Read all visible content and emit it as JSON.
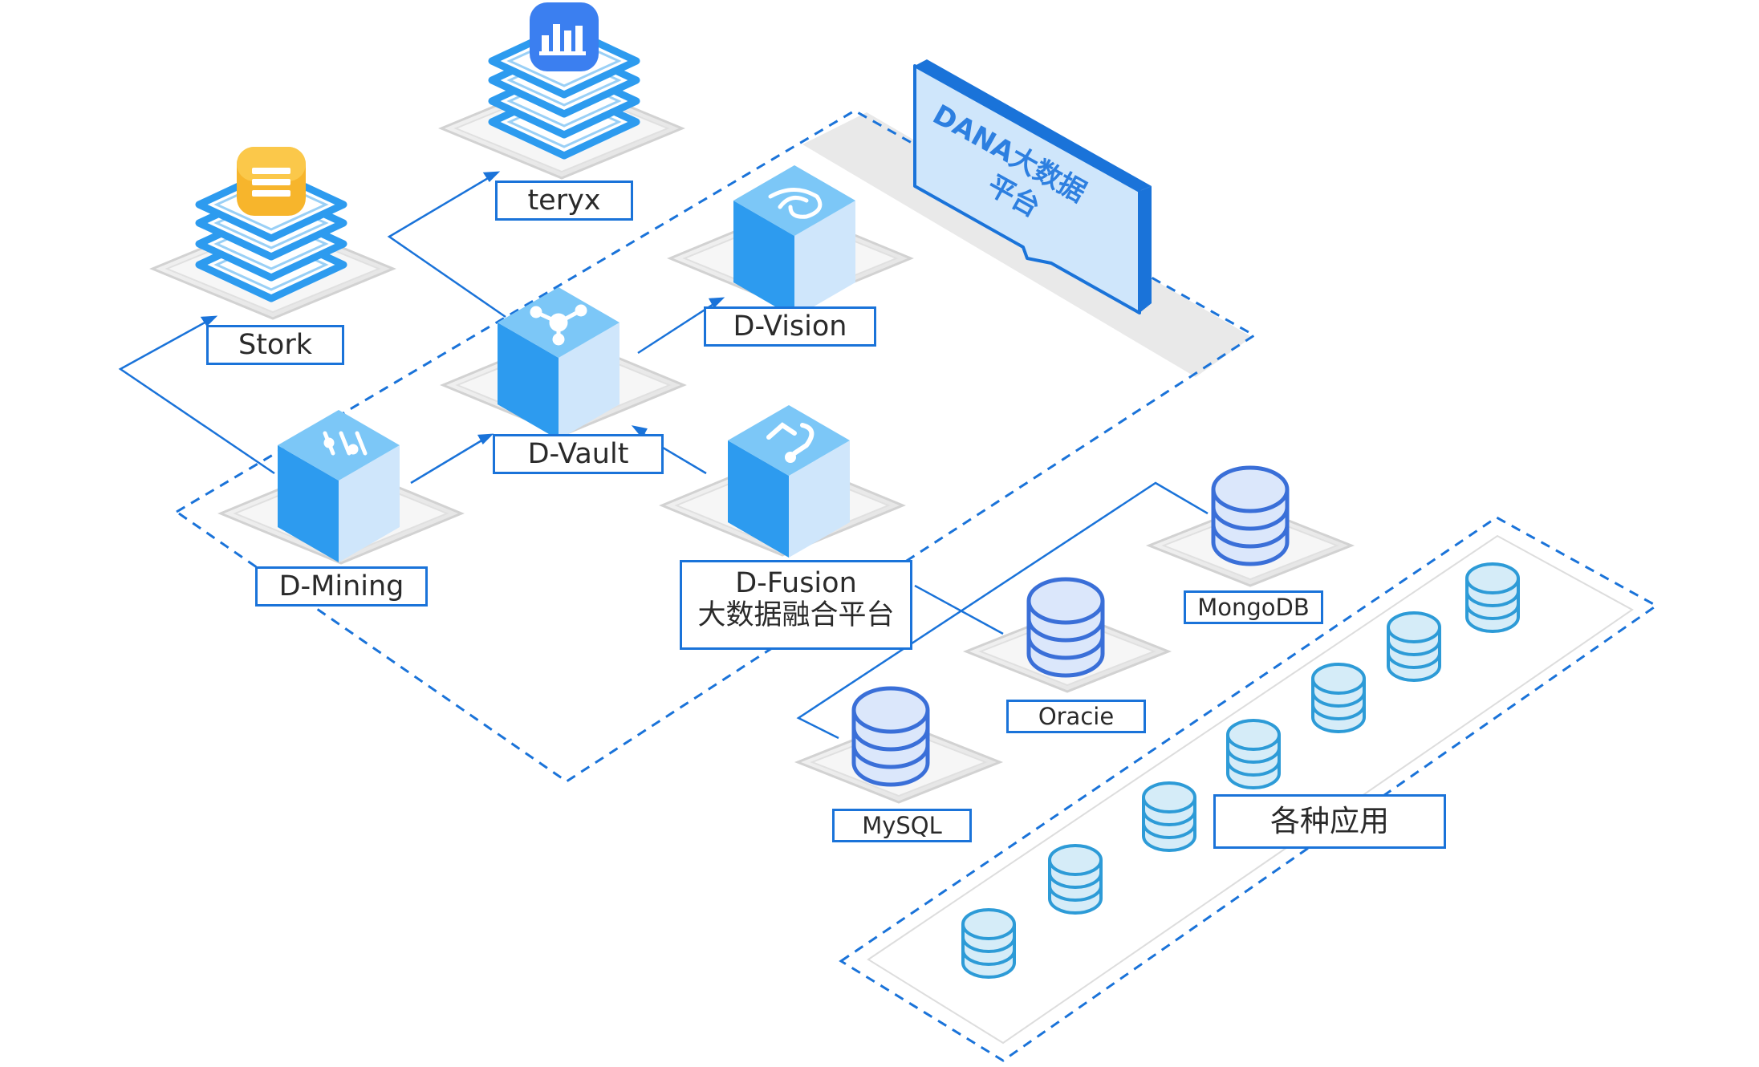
{
  "colors": {
    "primary_blue": "#1a73d9",
    "cube_blue": "#2d9bef",
    "cube_light": "#cfe6fb",
    "cube_top": "#7cc7f7",
    "db_blue": "#3a6fd8",
    "db_light": "#dbe7fb",
    "app_db_blue": "#2d9bd7",
    "app_db_light": "#d5ecf8",
    "platform_gray": "#e6e6e6",
    "tile_gray": "#ececec",
    "stork_icon": "#f7b52c",
    "teryx_icon": "#3b7ff0"
  },
  "banner": {
    "line1": "DANA大数据",
    "line2": "平台"
  },
  "labels": {
    "stork": "Stork",
    "teryx": "teryx",
    "d_vision": "D-Vision",
    "d_vault": "D-Vault",
    "d_mining": "D-Mining",
    "d_fusion_line1": "D-Fusion",
    "d_fusion_line2": "大数据融合平台",
    "mongodb": "MongoDB",
    "oracle": "Oracie",
    "mysql": "MySQL",
    "apps": "各种应用"
  },
  "icons": {
    "stork": "list-icon",
    "teryx": "bar-chart-icon",
    "d_vision": "swirl-icon",
    "d_vault": "network-hub-icon",
    "d_mining": "sliders-icon",
    "d_fusion": "fusion-link-icon"
  }
}
